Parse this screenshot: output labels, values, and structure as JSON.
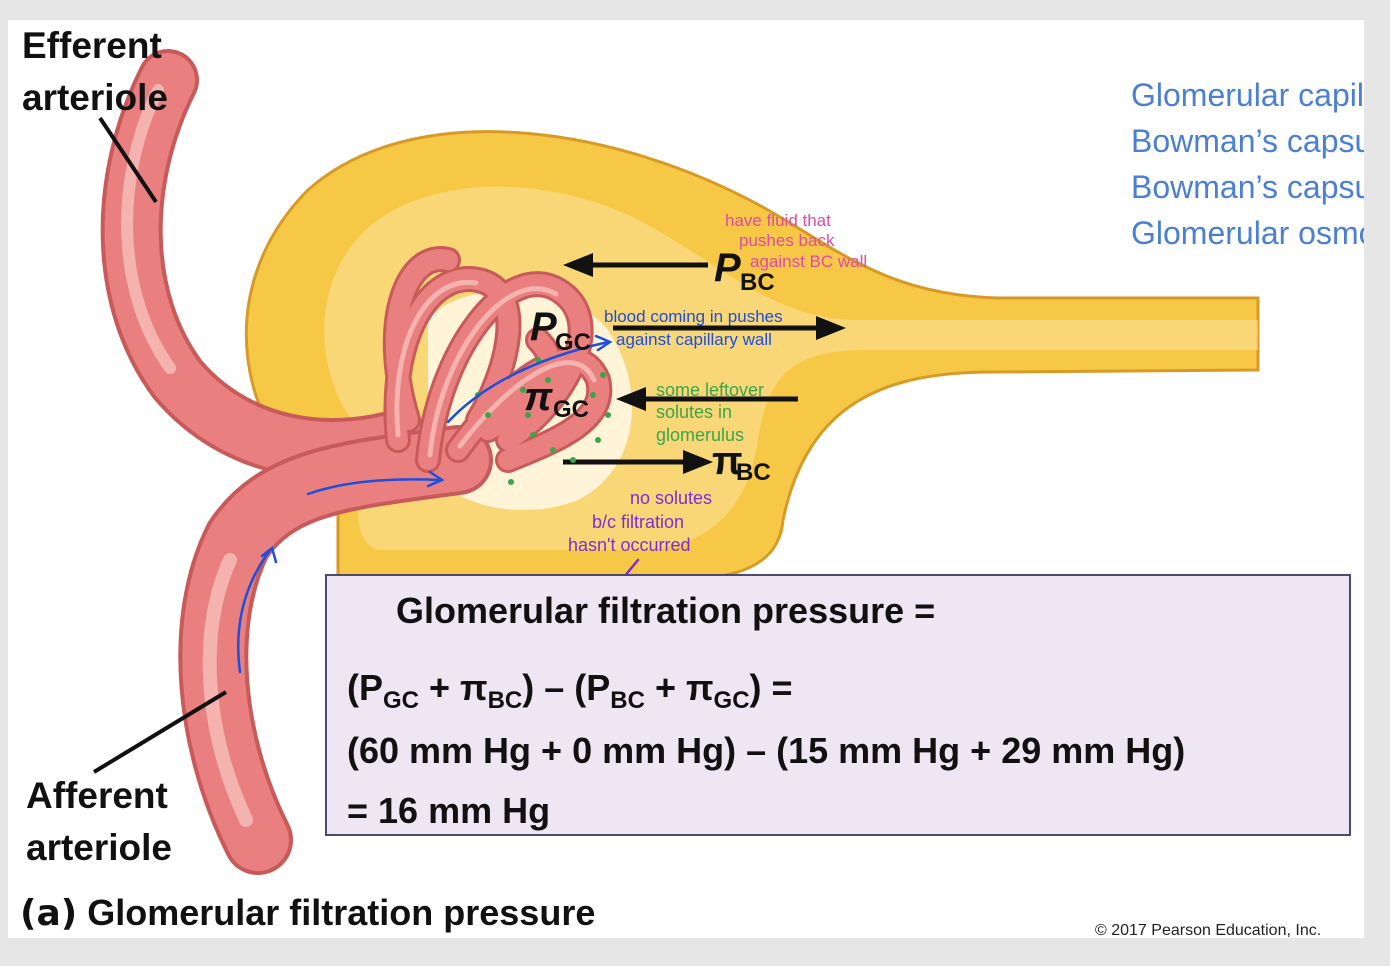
{
  "labels": {
    "efferent": [
      "Efferent",
      "arteriole"
    ],
    "afferent": [
      "Afferent",
      "arteriole"
    ]
  },
  "side_legend": [
    "Glomerular capill",
    "Bowman’s capsul",
    "Bowman’s capsul",
    "Glomerular osmo"
  ],
  "forces": {
    "p_bc": {
      "symbol": "P",
      "sub": "BC"
    },
    "p_gc": {
      "symbol": "P",
      "sub": "GC"
    },
    "pi_gc": {
      "symbol": "π",
      "sub": "GC"
    },
    "pi_bc": {
      "symbol": "π",
      "sub": "BC"
    }
  },
  "annotations": {
    "pink": [
      "have fluid that",
      "pushes back",
      "against BC wall"
    ],
    "blue": [
      "blood coming in pushes",
      "against capillary wall"
    ],
    "green": [
      "some leftover",
      "solutes in",
      "glomerulus"
    ],
    "purple": [
      "no solutes",
      "b/c filtration",
      "hasn't occurred"
    ]
  },
  "equation": {
    "title": "Glomerular filtration pressure =",
    "line1": {
      "open": "(P",
      "sub1": "GC",
      "plus1": " + π",
      "sub2": "BC",
      "mid": ") – (P",
      "sub3": "BC",
      "plus2": " + π",
      "sub4": "GC",
      "end": ") ="
    },
    "line2": "(60 mm Hg + 0 mm Hg) – (15 mm Hg + 29 mm Hg)",
    "line3": "= 16 mm Hg"
  },
  "caption": {
    "tag": "(a)",
    "text": "Glomerular filtration pressure"
  },
  "copyright": "© 2017 Pearson Education, Inc.",
  "colors": {
    "capsule": "#f7c845",
    "vessel": "#e97f7f",
    "vessel_light": "#f5b3b0",
    "equation_box": "#efe6f3",
    "legend_text": "#4a7fd4",
    "ink_pink": "#e04aa8",
    "ink_blue": "#1d4fdc",
    "ink_green": "#3aa64a",
    "ink_purple": "#7b2fd1"
  }
}
